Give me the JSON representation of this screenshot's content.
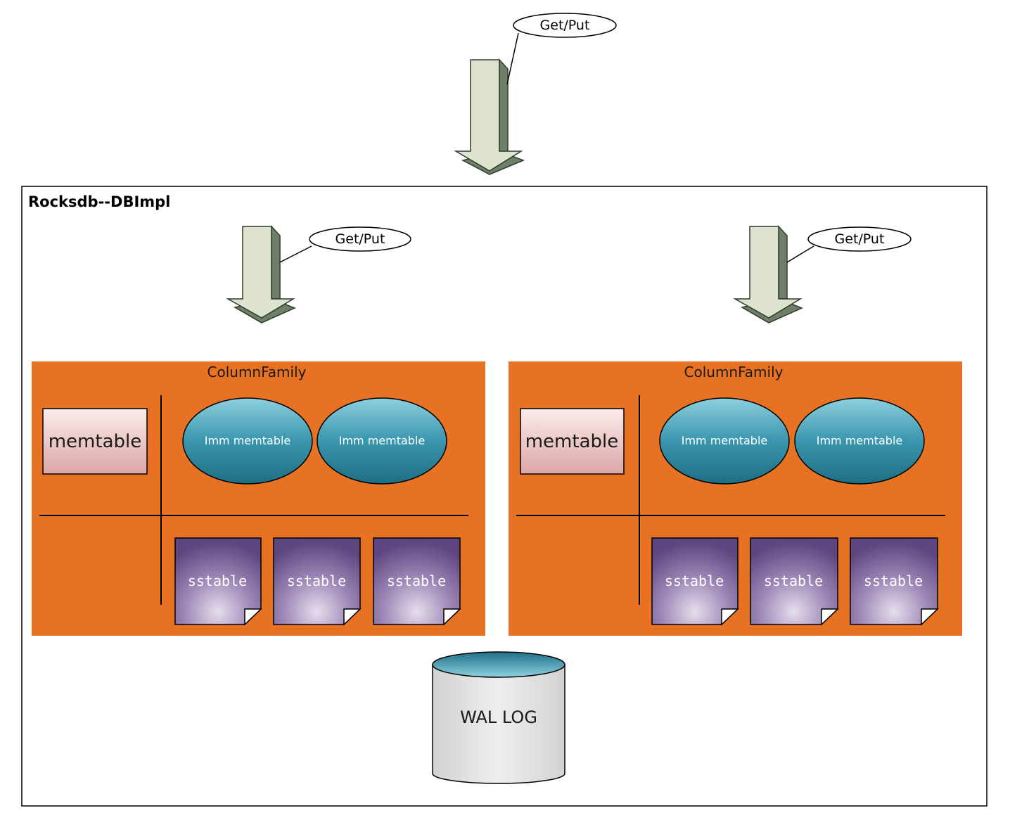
{
  "diagram": {
    "title": "Rocksdb--DBImpl",
    "top_callout": "Get/Put",
    "column_families": [
      {
        "callout": "Get/Put",
        "label": "ColumnFamily",
        "memtable": "memtable",
        "imm_memtables": [
          "Imm memtable",
          "Imm memtable"
        ],
        "sstables": [
          "sstable",
          "sstable",
          "sstable"
        ]
      },
      {
        "callout": "Get/Put",
        "label": "ColumnFamily",
        "memtable": "memtable",
        "imm_memtables": [
          "Imm memtable",
          "Imm memtable"
        ],
        "sstables": [
          "sstable",
          "sstable",
          "sstable"
        ]
      }
    ],
    "wal": "WAL LOG"
  },
  "colors": {
    "column_family_fill": "#E87224",
    "arrow_face": "#DDE3CE",
    "arrow_side": "#6E8068",
    "imm_memtable": "#3A96AE",
    "sstable": "#8C72A8",
    "memtable": "#F0C8C8",
    "wal_body": "#E4E4E4",
    "wal_top": "#3A96AE"
  }
}
